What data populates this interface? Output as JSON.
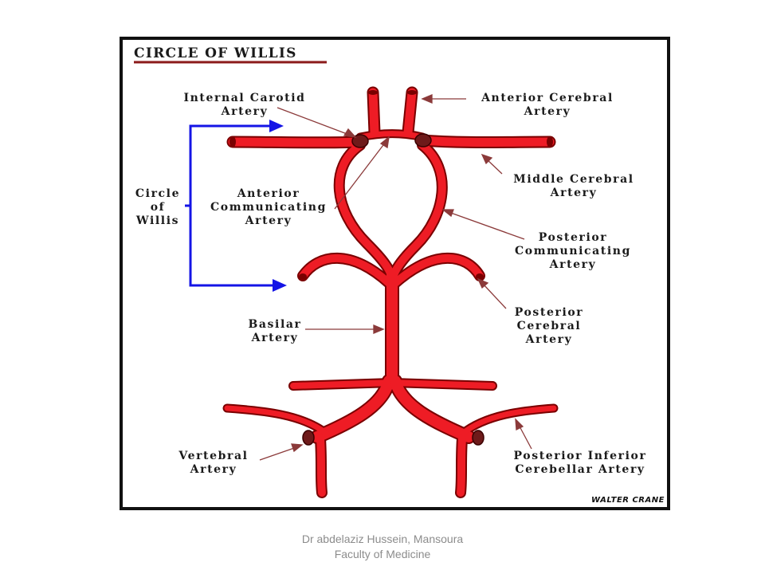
{
  "diagram": {
    "title": "CIRCLE OF WILLIS",
    "signature": "WALTER CRANE",
    "colors": {
      "artery": "#ee1c25",
      "artery_outline": "#7a0000",
      "pointer": "#8b3a3a",
      "bracket": "#1414e6",
      "frame": "#111111",
      "junction": "#6e1a1a"
    },
    "labels": {
      "internal_carotid": [
        "Internal Carotid",
        "Artery"
      ],
      "anterior_cerebral": [
        "Anterior Cerebral",
        "Artery"
      ],
      "middle_cerebral": [
        "Middle Cerebral",
        "Artery"
      ],
      "circle_of_willis": [
        "Circle",
        "of",
        "Willis"
      ],
      "anterior_communicating": [
        "Anterior",
        "Communicating",
        "Artery"
      ],
      "posterior_communicating": [
        "Posterior",
        "Communicating",
        "Artery"
      ],
      "posterior_cerebral": [
        "Posterior",
        "Cerebral",
        "Artery"
      ],
      "basilar": [
        "Basilar",
        "Artery"
      ],
      "vertebral": [
        "Vertebral",
        "Artery"
      ],
      "pica": [
        "Posterior Inferior",
        "Cerebellar Artery"
      ]
    }
  },
  "footer": {
    "line1": "Dr abdelaziz Hussein, Mansoura",
    "line2": "Faculty of Medicine"
  }
}
